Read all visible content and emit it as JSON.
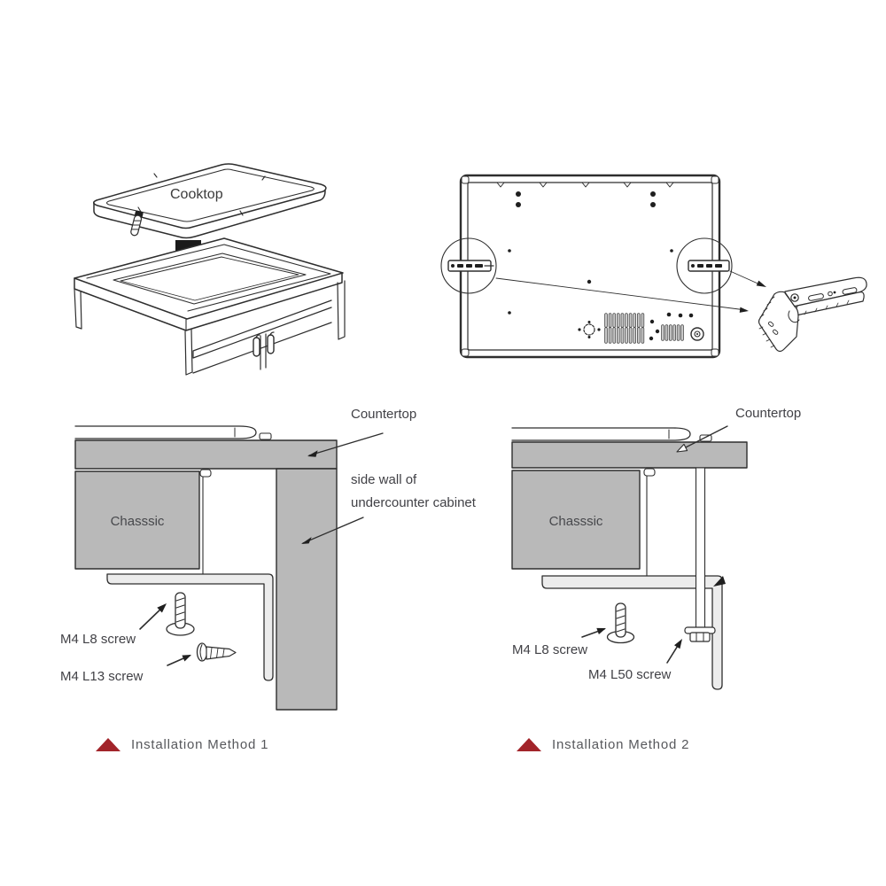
{
  "colors": {
    "line": "#2e2e2e",
    "gray_fill": "#b9b9b9",
    "bracket_fill": "#ececec",
    "arrow_black": "#1a1a1a",
    "red_accent": "#a2242a",
    "caption_text": "#57585c",
    "label_text": "#414146"
  },
  "top_left_diagram": {
    "cooktop_label": "Cooktop"
  },
  "method1": {
    "countertop_label": "Countertop",
    "side_wall_label": "side wall of undercounter cabinet",
    "chassis_label": "Chasssic",
    "screw_a_label": "M4 L8 screw",
    "screw_b_label": "M4 L13 screw",
    "caption": "Installation Method 1"
  },
  "method2": {
    "countertop_label": "Countertop",
    "chassis_label": "Chasssic",
    "screw_a_label": "M4 L8 screw",
    "screw_b_label": "M4 L50 screw",
    "caption": "Installation Method 2"
  }
}
